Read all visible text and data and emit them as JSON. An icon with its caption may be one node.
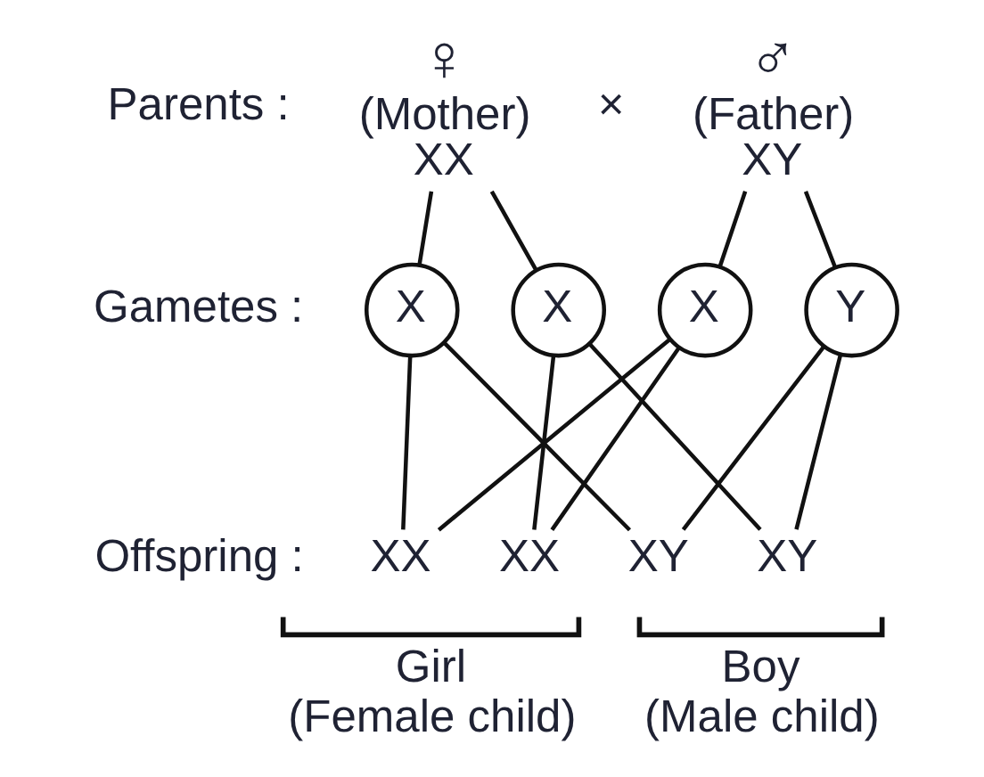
{
  "diagram": {
    "nodes": [
      {
        "text": [
          "♀",
          "(Mother)",
          "XX"
        ]
      },
      {
        "text": [
          "♂",
          "(Father)",
          "XY"
        ]
      },
      {
        "text": [
          "X"
        ]
      },
      {
        "text": [
          "X"
        ]
      },
      {
        "text": [
          "X"
        ]
      },
      {
        "text": [
          "Y"
        ]
      },
      {
        "text": [
          "XX"
        ]
      },
      {
        "text": [
          "XX"
        ]
      },
      {
        "text": [
          "XY"
        ]
      },
      {
        "text": [
          "XY"
        ]
      }
    ],
    "edges": [
      {
        "from": 0,
        "to": 2,
        "arrow": "none"
      },
      {
        "from": 0,
        "to": 3,
        "arrow": "none"
      },
      {
        "from": 1,
        "to": 4,
        "arrow": "none"
      },
      {
        "from": 1,
        "to": 5,
        "arrow": "none"
      },
      {
        "from": 2,
        "to": 6,
        "arrow": "none"
      },
      {
        "from": 2,
        "to": 8,
        "arrow": "none"
      },
      {
        "from": 3,
        "to": 7,
        "arrow": "none"
      },
      {
        "from": 3,
        "to": 9,
        "arrow": "none"
      },
      {
        "from": 4,
        "to": 6,
        "arrow": "none"
      },
      {
        "from": 4,
        "to": 7,
        "arrow": "none"
      },
      {
        "from": 5,
        "to": 8,
        "arrow": "none"
      },
      {
        "from": 5,
        "to": 9,
        "arrow": "none"
      }
    ],
    "labels": [
      "Parents :",
      "×",
      "Gametes :",
      "Offspring :",
      "Girl (Female child)",
      "Boy (Male child)"
    ]
  }
}
